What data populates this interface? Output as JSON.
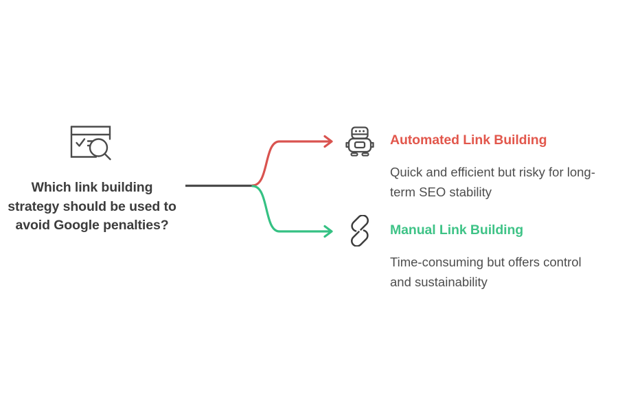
{
  "diagram": {
    "type": "branching-flow",
    "background_color": "#ffffff",
    "root": {
      "icon": "browser-search-icon",
      "label": "Which link building strategy should be used to avoid Google penalties?",
      "text_color": "#3c3c3c"
    },
    "trunk": {
      "color": "#4a4a4a",
      "stroke_width": 3
    },
    "branches": [
      {
        "id": "automated",
        "icon": "robot-icon",
        "title": "Automated Link Building",
        "description": "Quick and efficient but risky for long-term SEO stability",
        "accent_color": "#e2574c",
        "connector_color": "#d9534f",
        "arrow": "arrow-right",
        "description_color": "#4d4d4d"
      },
      {
        "id": "manual",
        "icon": "chain-link-icon",
        "title": "Manual Link Building",
        "description": "Time-consuming but offers control and sustainability",
        "accent_color": "#3fc387",
        "connector_color": "#35c183",
        "arrow": "arrow-right",
        "description_color": "#4d4d4d"
      }
    ]
  }
}
